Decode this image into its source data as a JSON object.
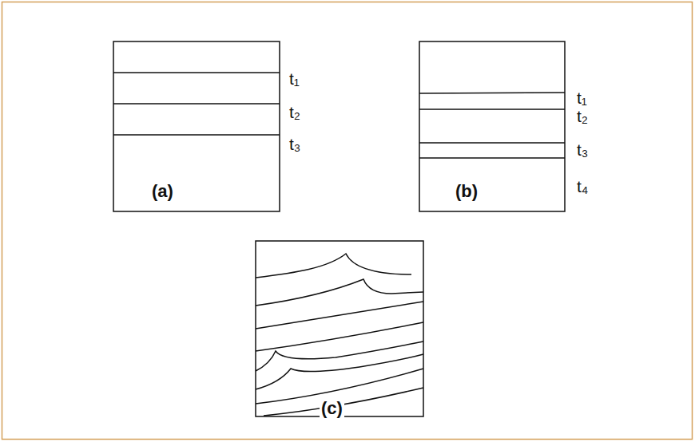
{
  "diagram": {
    "labels": [
      "t₁",
      "t₂",
      "t₃",
      "(a)",
      "t₁",
      "t₂",
      "t₃",
      "t₄",
      "(b)",
      "(c)"
    ]
  }
}
